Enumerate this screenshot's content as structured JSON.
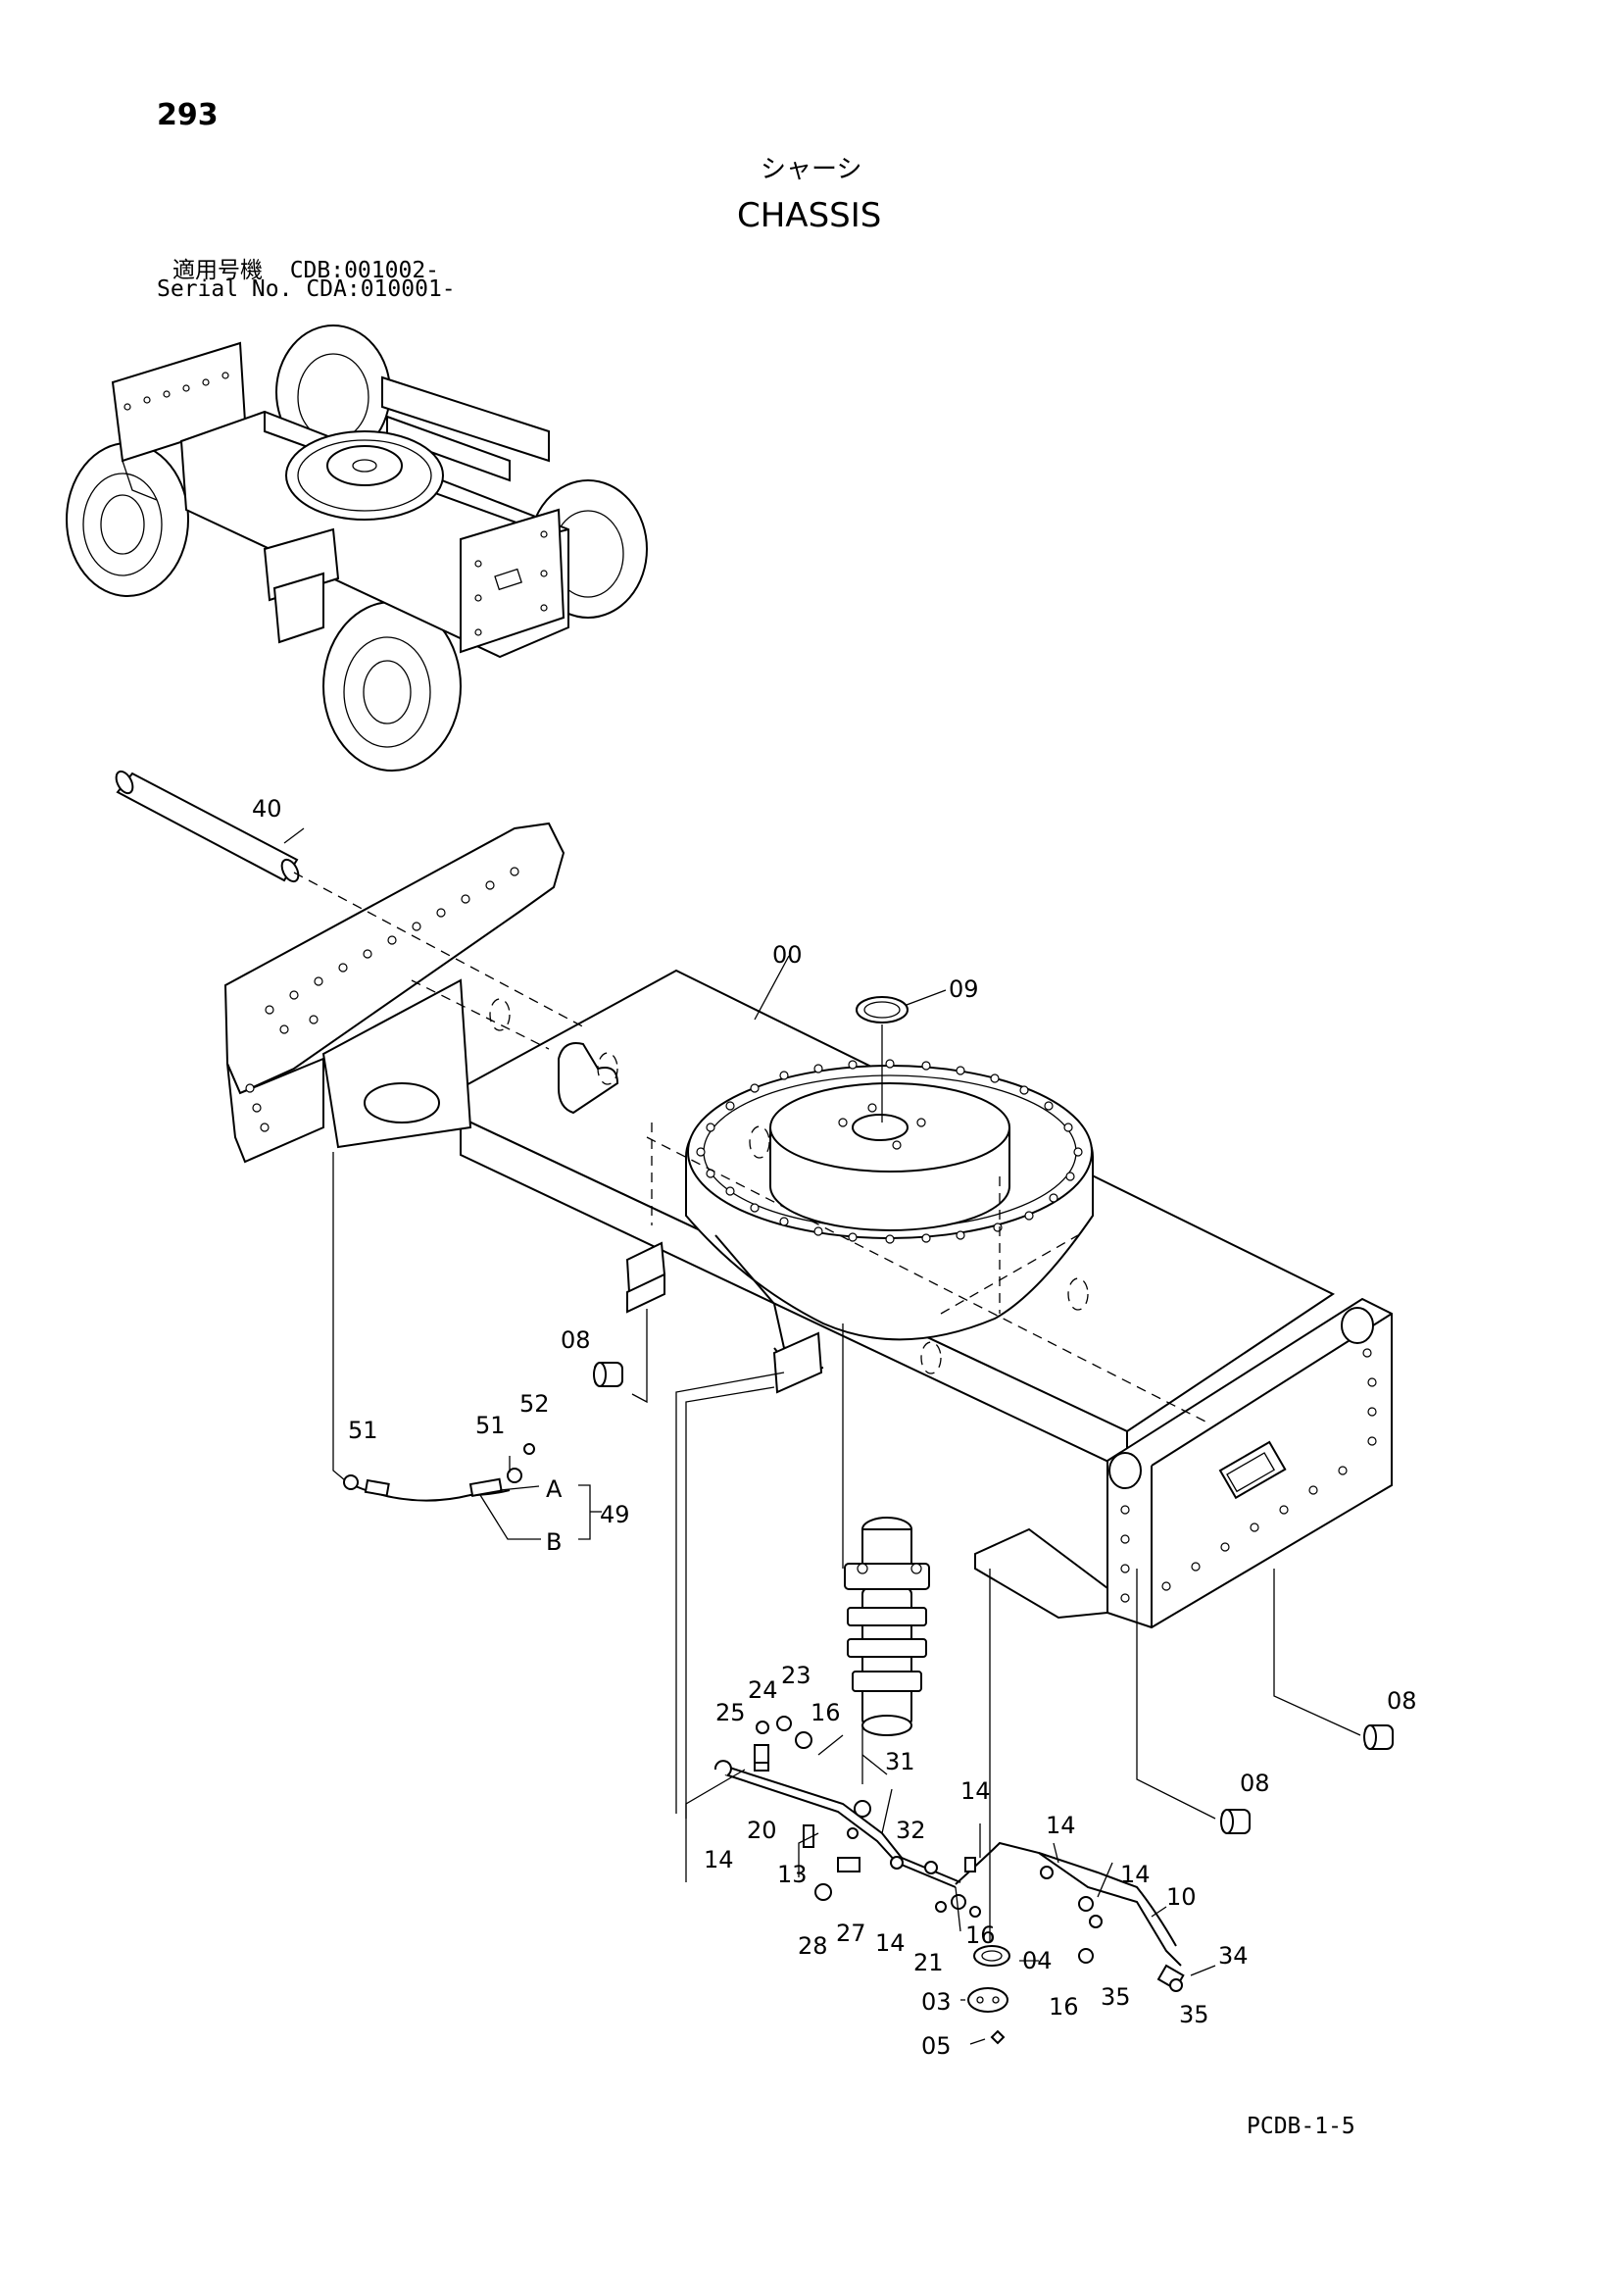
{
  "header": {
    "page_number": "293",
    "title_jp": "シャーシ",
    "title_en": "CHASSIS",
    "serial_line1": "適用号機  CDB:001002-",
    "serial_line2": "Serial No. CDA:010001-"
  },
  "footer": {
    "doc_code": "PCDB-1-5"
  },
  "callouts": {
    "c40": "40",
    "c00": "00",
    "c09": "09",
    "c08a": "08",
    "c08b": "08",
    "c08c": "08",
    "c51a": "51",
    "c51b": "51",
    "c52": "52",
    "cA": "A",
    "cB": "B",
    "c49": "49",
    "c25": "25",
    "c24": "24",
    "c23": "23",
    "c16a": "16",
    "c31": "31",
    "c32": "32",
    "c20": "20",
    "c14a": "14",
    "c13": "13",
    "c14b": "14",
    "c14c": "14",
    "c14d": "14",
    "c10": "10",
    "c28": "28",
    "c27": "27",
    "c14e": "14",
    "c21": "21",
    "c16b": "16",
    "c04": "04",
    "c03": "03",
    "c05": "05",
    "c16c": "16",
    "c35a": "35",
    "c34": "34",
    "c35b": "35"
  }
}
